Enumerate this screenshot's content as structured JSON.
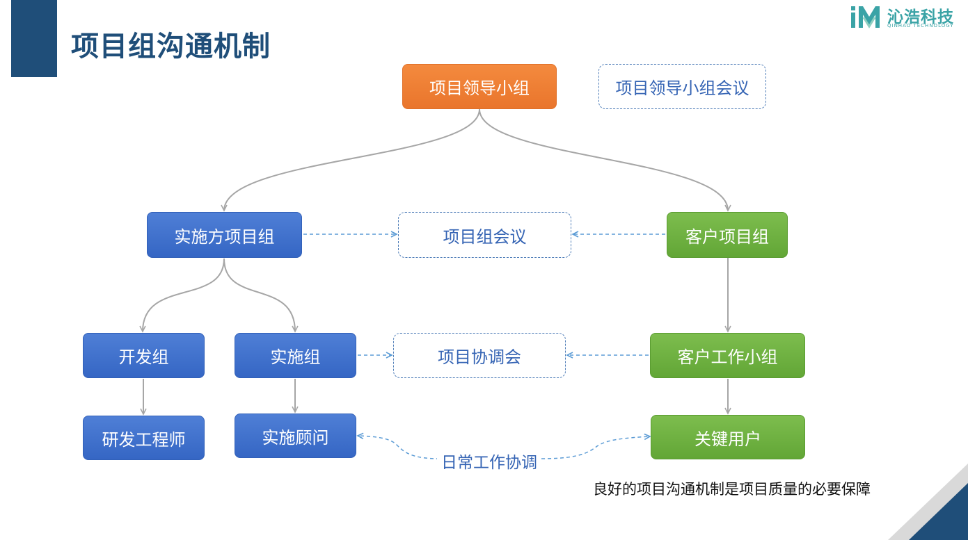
{
  "slide": {
    "title": "项目组沟通机制",
    "footer_note": "良好的项目沟通机制是项目质量的必要保障"
  },
  "logo": {
    "icon": "qinhao-logo-icon",
    "name": "沁浩科技",
    "subtitle": "QINHAO TECHNOLOGY"
  },
  "nodes": {
    "leader_group": "项目领导小组",
    "leader_meeting": "项目领导小组会议",
    "impl_team": "实施方项目组",
    "project_meeting": "项目组会议",
    "client_team": "客户项目组",
    "dev_group": "开发组",
    "impl_group": "实施组",
    "coord_meeting": "项目协调会",
    "client_work_group": "客户工作小组",
    "rd_engineer": "研发工程师",
    "impl_consultant": "实施顾问",
    "key_user": "关键用户",
    "daily_coordination": "日常工作协调"
  },
  "colors": {
    "title": "#1f4e79",
    "leader": "#ed7d31",
    "implementer": "#4472c4",
    "client": "#70ad47",
    "dashed_border": "#4f7db8",
    "solid_connector": "#a6a6a6",
    "dashed_connector": "#5b9bd5",
    "logo": "#3aa3a6"
  }
}
